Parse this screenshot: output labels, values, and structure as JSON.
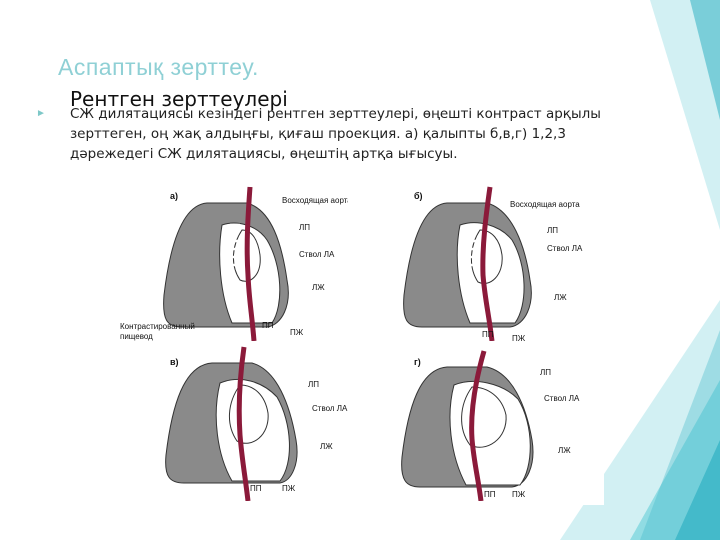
{
  "slide": {
    "title": "Аспаптық зерттеу.",
    "subtitle": "Рентген зерттеулері",
    "bullet_icon": "triangle-bullet-icon",
    "body": "СЖ дилятациясы кезіндегі рентген зерттеулері,  өңешті контраст арқылы зерттеген, оң жақ алдыңғы, қиғаш проекция. а) қалыпты б,в,г) 1,2,3 дәрежедегі СЖ дилятациясы, өңештің артқа ығысуы.",
    "accent_color": "#8fd0d5",
    "decoration_colors": [
      "#3fb8c8",
      "#7fd7df",
      "#bfe9ee"
    ]
  },
  "figure": {
    "panels": [
      {
        "letter": "а)",
        "labels": {
          "aorta": "Восходящая аорта",
          "lp": "ЛП",
          "la": "Ствол ЛА",
          "lzh": "ЛЖ",
          "pp": "ПП",
          "pzh": "ПЖ",
          "esophagus_1": "Контрастированный",
          "esophagus_2": "пищевод"
        }
      },
      {
        "letter": "б)",
        "labels": {
          "aorta": "Восходящая аорта",
          "lp": "ЛП",
          "la": "Ствол ЛА",
          "lzh": "ЛЖ",
          "pp": "ПП",
          "pzh": "ПЖ"
        }
      },
      {
        "letter": "в)",
        "labels": {
          "lp": "ЛП",
          "la": "Ствол ЛА",
          "lzh": "ЛЖ",
          "pp": "ПП",
          "pzh": "ПЖ"
        }
      },
      {
        "letter": "г)",
        "labels": {
          "lp": "ЛП",
          "la": "Ствол ЛА",
          "lzh": "ЛЖ",
          "pp": "ПП",
          "pzh": "ПЖ"
        }
      }
    ],
    "lung_color": "#8a8a8a",
    "heart_color": "#ffffff",
    "esophagus_color": "#8b1a3a"
  }
}
